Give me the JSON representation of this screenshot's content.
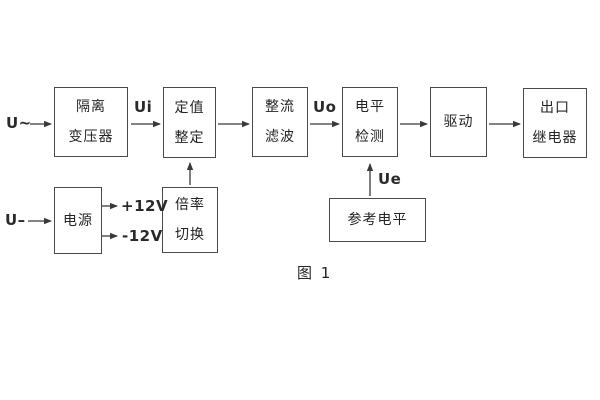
{
  "figure": {
    "caption": "图 1",
    "colors": {
      "line": "#3a3a3a",
      "border": "#4a4a4a",
      "text": "#242424",
      "background": "#ffffff"
    },
    "inputs": {
      "ac_label": "U~",
      "dc_label": "U–"
    },
    "signals": {
      "ui": "Ui",
      "uo": "Uo",
      "ue": "Ue",
      "plus_12v": "+12V",
      "minus_12v": "-12V"
    },
    "blocks": {
      "isolation_transformer": {
        "line1": "隔离",
        "line2": "变压器"
      },
      "value_setting": {
        "line1": "定值",
        "line2": "整定"
      },
      "rectify_filter": {
        "line1": "整流",
        "line2": "滤波"
      },
      "level_detection": {
        "line1": "电平",
        "line2": "检测"
      },
      "drive": {
        "label": "驱动"
      },
      "output_relay": {
        "line1": "出口",
        "line2": "继电器"
      },
      "power_supply": {
        "label": "电源"
      },
      "multiplier_switch": {
        "line1": "倍率",
        "line2": "切换"
      },
      "reference_level": {
        "label": "参考电平"
      }
    }
  }
}
